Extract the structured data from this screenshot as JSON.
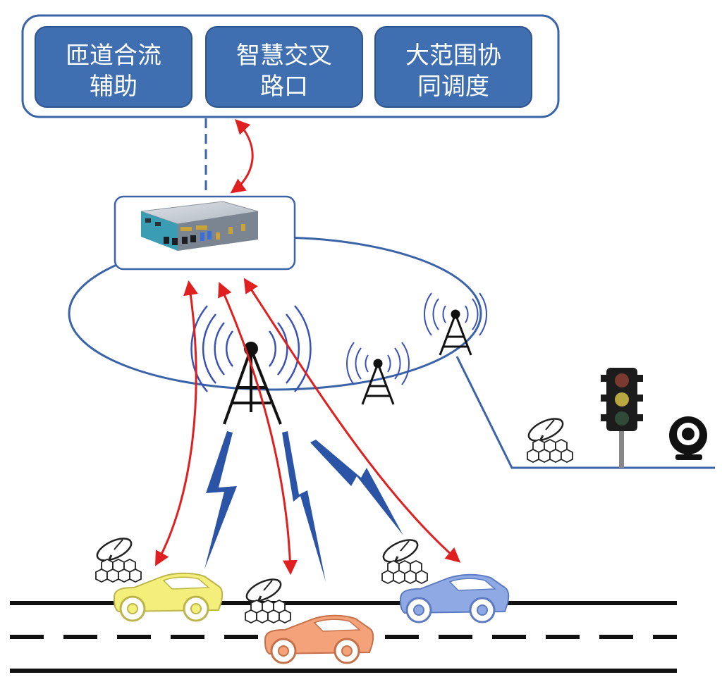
{
  "top_panel": {
    "apps": [
      {
        "line1": "匝道合流",
        "line2": "辅助"
      },
      {
        "line1": "智慧交叉",
        "line2": "路口"
      },
      {
        "line1": "大范围协",
        "line2": "同调度"
      }
    ]
  },
  "colors": {
    "app_fill": "#3f6fb0",
    "app_text": "#ffffff",
    "outline_blue": "#3a63a8",
    "arrow_red": "#e02020",
    "lightning_blue": "#2b54a6",
    "car_yellow": "#f4ef7a",
    "car_orange": "#f3a27a",
    "car_blue": "#8fa9e4",
    "road": "#111111"
  },
  "icons": [
    "edge-server-icon",
    "cell-tower-icon",
    "traffic-light-icon",
    "camera-icon",
    "satellite-dish-icon",
    "car-icon"
  ]
}
